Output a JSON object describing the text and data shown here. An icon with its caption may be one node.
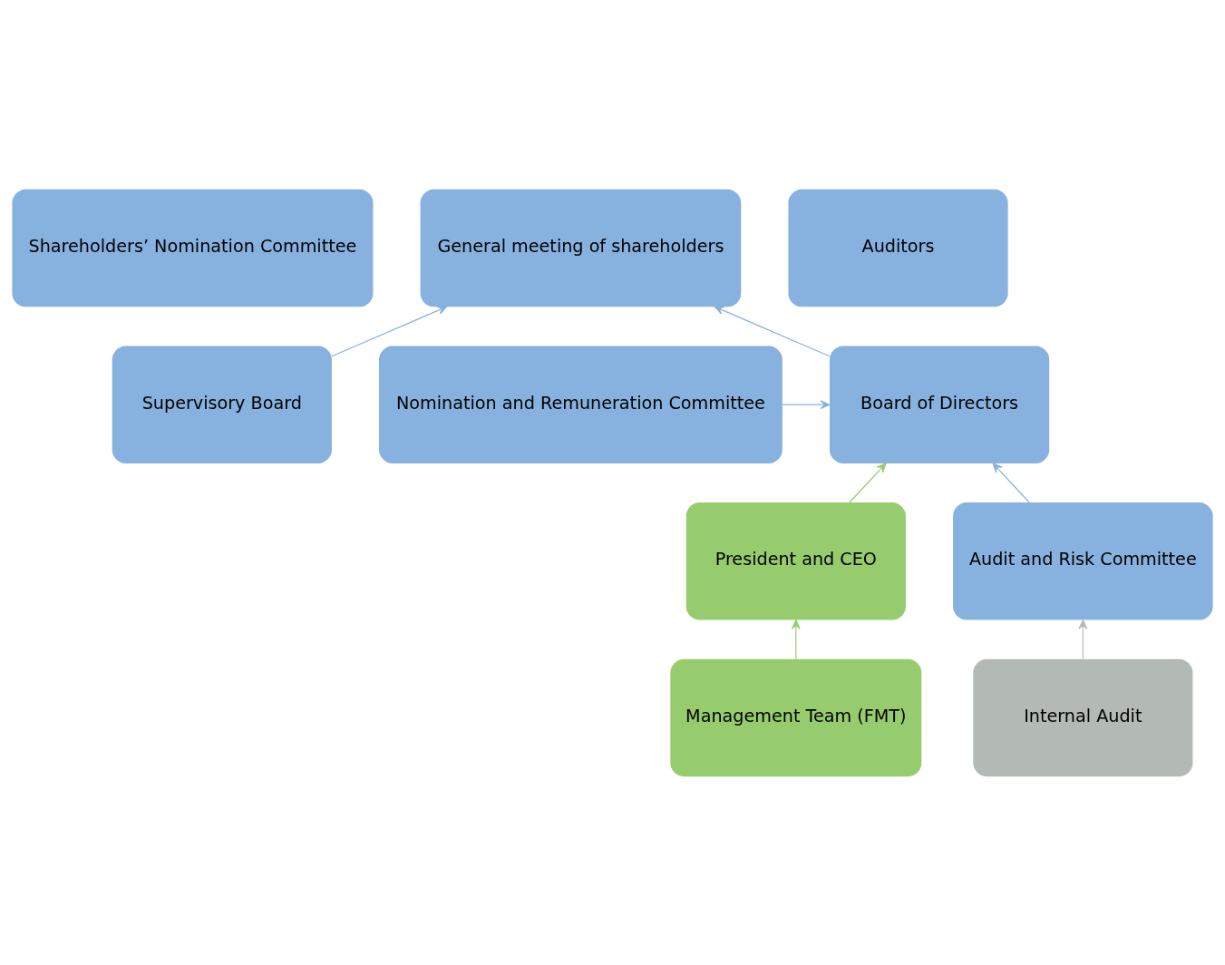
{
  "diagram": {
    "nodes": [
      {
        "text": [
          "Shareholders’ Nomination Committee"
        ]
      },
      {
        "text": [
          "General meeting of shareholders"
        ]
      },
      {
        "text": [
          "Auditors"
        ]
      },
      {
        "text": [
          "Supervisory Board"
        ]
      },
      {
        "text": [
          "Board of Directors"
        ]
      },
      {
        "text": [
          "Nomination and Remuneration Committee"
        ]
      },
      {
        "text": [
          "President and CEO"
        ]
      },
      {
        "text": [
          "Audit and Risk Committee"
        ]
      },
      {
        "text": [
          "Management Team (FMT)"
        ]
      },
      {
        "text": [
          "Internal Audit"
        ]
      }
    ],
    "edges": [
      {
        "from": 3,
        "to": 1,
        "arrow": "to"
      },
      {
        "from": 4,
        "to": 1,
        "arrow": "to"
      },
      {
        "from": 5,
        "to": 4,
        "arrow": "to"
      },
      {
        "from": 6,
        "to": 4,
        "arrow": "to",
        "color": "#96cb6e"
      },
      {
        "from": 7,
        "to": 4,
        "arrow": "to"
      },
      {
        "from": 8,
        "to": 6,
        "arrow": "to",
        "color": "#96cb6e"
      },
      {
        "from": 9,
        "to": 7,
        "arrow": "to",
        "color": "#b3bab6"
      }
    ]
  }
}
